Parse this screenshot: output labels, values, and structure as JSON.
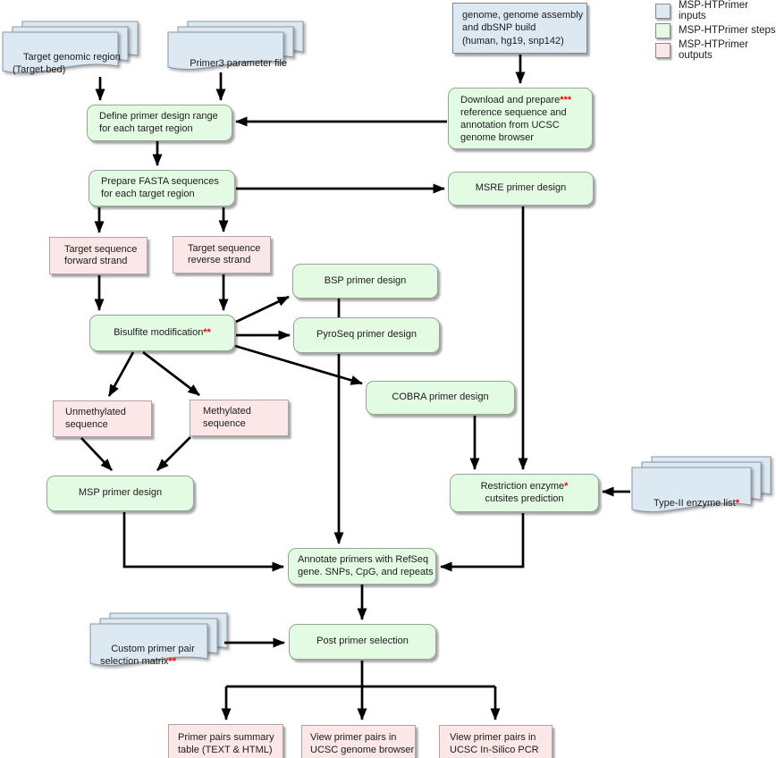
{
  "legend": {
    "items": [
      {
        "label": "MSP-HTPrimer inputs",
        "color": "#dce8f2"
      },
      {
        "label": "MSP-HTPrimer steps",
        "color": "#e3fae3"
      },
      {
        "label": "MSP-HTPrimer outputs",
        "color": "#fbe7e7"
      }
    ]
  },
  "colors": {
    "input_fill": "#dce8f2",
    "step_fill": "#e3fae3",
    "output_fill": "#fbe7e7",
    "edge": "#000000",
    "asterisk": "#ff0000"
  },
  "nodes": {
    "target_bed": {
      "label": "Target genomic region\n(Target.bed)"
    },
    "primer3": {
      "label": "Primer3 parameter file"
    },
    "genome": {
      "label": "genome, genome assembly\nand dbSNP build\n(human, hg19, snp142)"
    },
    "define_range": {
      "label": "Define primer design range\nfor each target region"
    },
    "download": {
      "label": "Download and prepare",
      "asterisks": "***",
      "label2": "\nreference sequence and\nannotation from UCSC\ngenome browser"
    },
    "prepare_fasta": {
      "label": "Prepare FASTA sequences\nfor each target region"
    },
    "msre": {
      "label": "MSRE primer design"
    },
    "target_fwd": {
      "label": "Target sequence\nforward strand"
    },
    "target_rev": {
      "label": "Target sequence\nreverse strand"
    },
    "bisulfite": {
      "label": "Bisulfite modification",
      "asterisks": "**"
    },
    "bsp": {
      "label": "BSP primer design"
    },
    "pyroseq": {
      "label": "PyroSeq primer design"
    },
    "cobra": {
      "label": "COBRA primer design"
    },
    "unmethylated": {
      "label": "Unmethylated\nsequence"
    },
    "methylated": {
      "label": "Methylated\nsequence"
    },
    "msp": {
      "label": "MSP primer design"
    },
    "restriction": {
      "label": "Restriction enzyme",
      "asterisks": "*",
      "label2": "\ncutsites prediction"
    },
    "typeii": {
      "label": "Type-II enzyme list",
      "asterisks": "*"
    },
    "annotate": {
      "label": "Annotate primers with RefSeq\ngene. SNPs, CpG, and repeats"
    },
    "post": {
      "label": "Post primer selection"
    },
    "custom": {
      "label": "Custom primer pair\nselection matrix",
      "asterisks": "**"
    },
    "out_table": {
      "label": "Primer pairs summary\ntable (TEXT & HTML)"
    },
    "out_ucsc": {
      "label": "View primer pairs in\nUCSC genome browser"
    },
    "out_insilico": {
      "label": "View primer pairs in\nUCSC In-Silico PCR"
    }
  },
  "edges": [
    {
      "from": "target_bed",
      "to": "define_range"
    },
    {
      "from": "primer3",
      "to": "define_range"
    },
    {
      "from": "genome",
      "to": "download"
    },
    {
      "from": "download",
      "to": "define_range"
    },
    {
      "from": "define_range",
      "to": "prepare_fasta"
    },
    {
      "from": "prepare_fasta",
      "to": "msre"
    },
    {
      "from": "prepare_fasta",
      "to": "target_fwd"
    },
    {
      "from": "prepare_fasta",
      "to": "target_rev"
    },
    {
      "from": "target_fwd",
      "to": "bisulfite"
    },
    {
      "from": "target_rev",
      "to": "bisulfite"
    },
    {
      "from": "bisulfite",
      "to": "bsp"
    },
    {
      "from": "bisulfite",
      "to": "pyroseq"
    },
    {
      "from": "bisulfite",
      "to": "cobra"
    },
    {
      "from": "bisulfite",
      "to": "unmethylated"
    },
    {
      "from": "bisulfite",
      "to": "methylated"
    },
    {
      "from": "unmethylated",
      "to": "msp"
    },
    {
      "from": "methylated",
      "to": "msp"
    },
    {
      "from": "bsp",
      "to": "pyroseq"
    },
    {
      "from": "pyroseq",
      "to": "annotate"
    },
    {
      "from": "msp",
      "to": "annotate"
    },
    {
      "from": "cobra",
      "to": "restriction"
    },
    {
      "from": "msre",
      "to": "restriction"
    },
    {
      "from": "typeii",
      "to": "restriction"
    },
    {
      "from": "restriction",
      "to": "annotate"
    },
    {
      "from": "annotate",
      "to": "post"
    },
    {
      "from": "custom",
      "to": "post"
    },
    {
      "from": "post",
      "to": "out_table"
    },
    {
      "from": "post",
      "to": "out_ucsc"
    },
    {
      "from": "post",
      "to": "out_insilico"
    }
  ]
}
